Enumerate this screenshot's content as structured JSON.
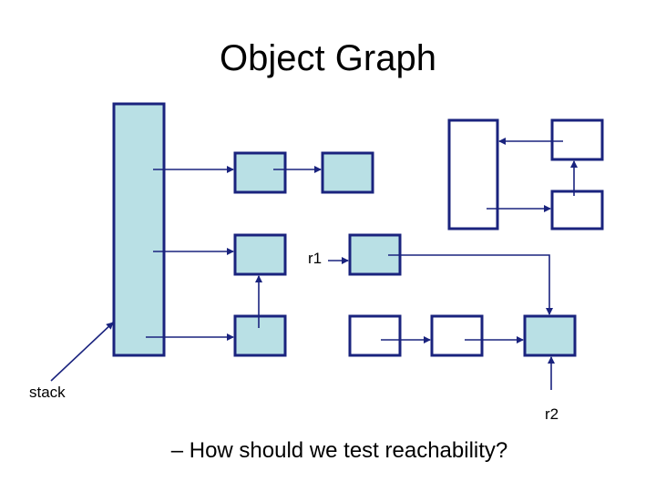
{
  "title": "Object Graph",
  "labels": {
    "stack": "stack",
    "r1": "r1",
    "r2": "r2"
  },
  "question": "– How should we test reachability?",
  "colors": {
    "object_fill": "#b9e0e5",
    "unreachable_fill": "#ffffff",
    "stroke": "#1a237e"
  },
  "objects": {
    "stack": "reachable",
    "left_top": "reachable",
    "right_of_left_top": "reachable",
    "left_middle": "reachable",
    "left_bottom": "reachable",
    "r1_object": "reachable",
    "r2_object": "reachable",
    "bottom_white_1": "unreachable",
    "bottom_white_2": "unreachable",
    "tall_white": "unreachable",
    "top_right_white_1": "unreachable",
    "top_right_white_2": "unreachable"
  }
}
